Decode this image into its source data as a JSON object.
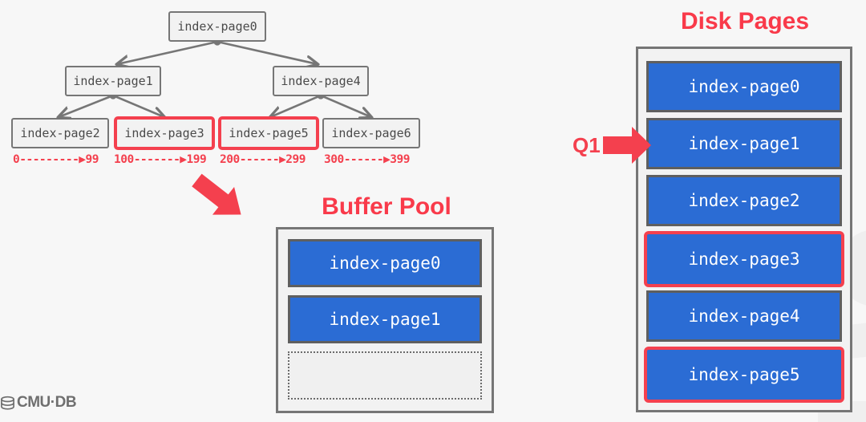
{
  "colors": {
    "background": "#f7f7f7",
    "red": "#f4404e",
    "title_red": "#f93a4a",
    "page_blue": "#2b6cd4",
    "node_border": "#767676",
    "node_fill": "#f2f2f2"
  },
  "tree": {
    "name": "b-plus-tree",
    "root": {
      "label": "index-page0",
      "highlighted": false
    },
    "inner": [
      {
        "label": "index-page1",
        "highlighted": false
      },
      {
        "label": "index-page4",
        "highlighted": false
      }
    ],
    "leaves": [
      {
        "label": "index-page2",
        "highlighted": false,
        "range": "0---------▶99"
      },
      {
        "label": "index-page3",
        "highlighted": true,
        "range": "100-------▶199"
      },
      {
        "label": "index-page5",
        "highlighted": true,
        "range": "200------▶299"
      },
      {
        "label": "index-page6",
        "highlighted": false,
        "range": "300------▶399"
      }
    ]
  },
  "buffer_pool": {
    "title": "Buffer Pool",
    "slots": [
      {
        "label": "index-page0",
        "state": "filled"
      },
      {
        "label": "index-page1",
        "state": "filled"
      },
      {
        "label": "",
        "state": "empty"
      }
    ]
  },
  "disk_pages": {
    "title": "Disk Pages",
    "pages": [
      {
        "label": "index-page0",
        "highlighted": false
      },
      {
        "label": "index-page1",
        "highlighted": false
      },
      {
        "label": "index-page2",
        "highlighted": false
      },
      {
        "label": "index-page3",
        "highlighted": true
      },
      {
        "label": "index-page4",
        "highlighted": false
      },
      {
        "label": "index-page5",
        "highlighted": true
      }
    ]
  },
  "query": {
    "label": "Q1"
  },
  "footer": {
    "logo_text": "CMU·DB"
  }
}
